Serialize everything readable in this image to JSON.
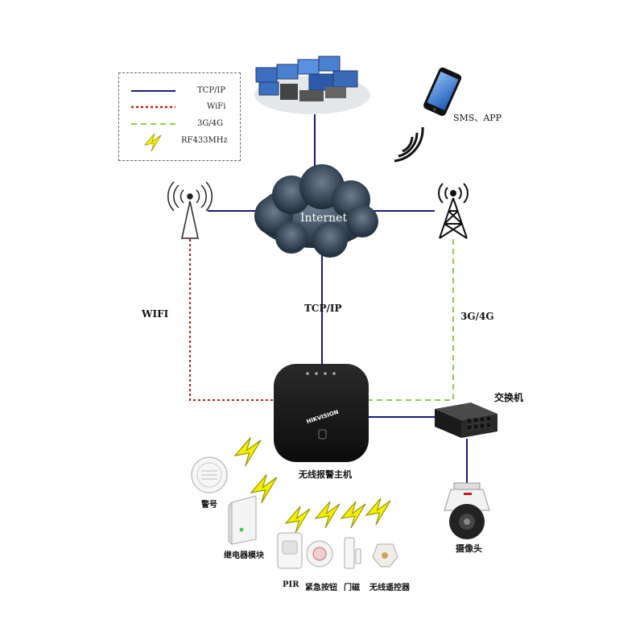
{
  "legend": {
    "items": [
      {
        "label": "TCP/IP",
        "color": "#1a1a7a",
        "style": "solid"
      },
      {
        "label": "WiFi",
        "color": "#c8191e",
        "style": "dotted"
      },
      {
        "label": "3G/4G",
        "color": "#8fcc55",
        "style": "dashed"
      },
      {
        "label": "RF433MHz",
        "color": "#e6e600",
        "style": "lightning"
      }
    ]
  },
  "nodes": {
    "internet": "Internet",
    "sms_app": "SMS、APP",
    "main_host": "无线报警主机",
    "switch": "交换机",
    "camera": "摄像头",
    "siren": "警号",
    "relay": "继电器模块",
    "pir": "PIR",
    "panic": "紧急按钮",
    "door": "门磁",
    "remote": "无线遥控器",
    "brand": "HIKVISION"
  },
  "links": {
    "wifi": "WIFI",
    "tcpip": "TCP/IP",
    "cellular": "3G/4G"
  },
  "colors": {
    "tcpip": "#1a1a7a",
    "wifi": "#c8191e",
    "cellular": "#8fcc55",
    "rf": "#e6e600",
    "cloud": "#3a4a5a"
  }
}
